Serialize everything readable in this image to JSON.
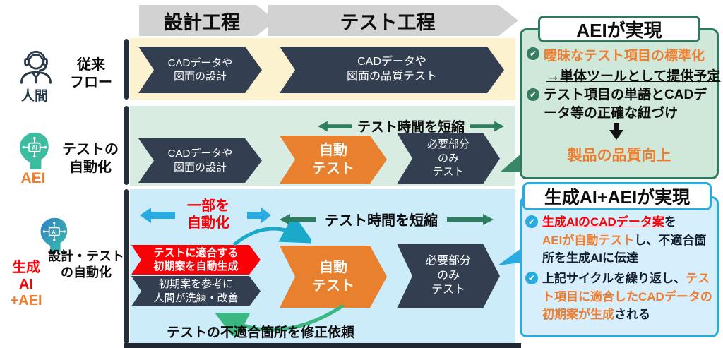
{
  "header": {
    "design_stage": "設計工程",
    "test_stage": "テスト工程"
  },
  "rows": {
    "traditional": {
      "actor": "人間",
      "label": "従来\nフロー",
      "design_step": "CADデータや\n図面の設計",
      "test_step": "CADデータや\n図面の品質テスト"
    },
    "aei": {
      "actor": "AEI",
      "label": "テストの\n自動化",
      "time_note": "テスト時間を短縮",
      "design_step": "CADデータや\n図面の設計",
      "auto_step": "自動\nテスト",
      "partial_step": "必要部分\nのみ\nテスト"
    },
    "genai": {
      "actor_red": "生成\nAI",
      "actor_orange": "+AEI",
      "label": "設計・テスト\nの自動化",
      "partial_note": "一部を\n自動化",
      "time_note": "テスト時間を短縮",
      "draft_step": "テストに適合する\n初期案を自動生成",
      "refine_step": "初期案を参考に\n人間が洗練・改善",
      "auto_step": "自動\nテスト",
      "partial_step": "必要部分\nのみ\nテスト",
      "cycle_note": "テストの不適合箇所を修正依頼"
    }
  },
  "aei_box": {
    "title": "AEIが実現",
    "bullet1": "曖昧なテスト項目の標準化",
    "bullet1_sub": "→単体ツールとして提供予定",
    "bullet2": "テスト項目の単語とCADデータ等の正確な紐づけ",
    "result": "製品の品質向上"
  },
  "genai_box": {
    "title": "生成AI+AEIが実現",
    "b1_red": "生成AIのCADデータ案",
    "b1_t1": "を",
    "b1_orange": "AEIが自動テスト",
    "b1_t2": "し、不適合箇所を生成AIに伝達",
    "b2_t1": "上記サイクルを繰り返し、",
    "b2_orange": "テスト項目に適合したCADデータの初期案が生成",
    "b2_t2": "される"
  },
  "icons": {
    "human": "human-operator-icon",
    "aei": "aei-head-circuit-icon",
    "genai": "genai-head-circuit-icon",
    "check": "check-circle-icon",
    "down_arrow": "down-arrow-icon",
    "time_arrows": "double-headed-arrow-icon",
    "cycle_arrows": "curved-cycle-arrow-icon"
  },
  "colors": {
    "navy_arrow": "#333f50",
    "orange_arrow": "#e8802e",
    "red_arrow": "#fa0007",
    "green_dark": "#2f7d5f",
    "teal_curve": "#1aa9c9",
    "green_curve": "#3bb881",
    "blue_accent": "#29abe2",
    "orange_text": "#ed7d31",
    "cream_bg": "#fdf2d0",
    "green_bg": "#d9ece2",
    "blue_bg": "#cdecfa",
    "header_gray": "#d2d2d2",
    "aei_box_bg": "#cfe8d9",
    "aei_box_border": "#2e7a5e",
    "genai_box_bg": "#d7effc",
    "genai_box_border": "#29abe2"
  }
}
